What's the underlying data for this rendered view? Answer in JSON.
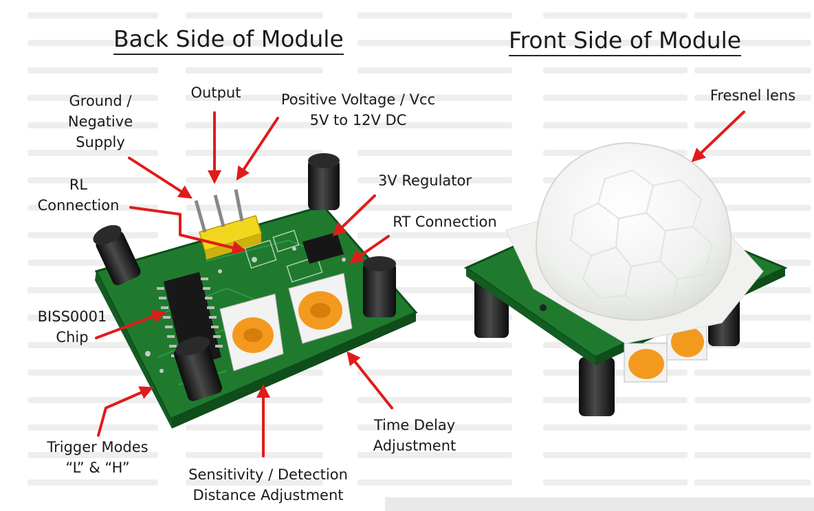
{
  "titles": {
    "back": "Back Side of Module",
    "front": "Front Side of Module"
  },
  "labels": {
    "ground": [
      "Ground /",
      "Negative",
      "Supply"
    ],
    "output": [
      "Output"
    ],
    "vcc": [
      "Positive Voltage / Vcc",
      "5V to 12V DC"
    ],
    "rl": [
      "RL",
      "Connection"
    ],
    "regulator": [
      "3V Regulator"
    ],
    "rt": [
      "RT Connection"
    ],
    "biss": [
      "BISS0001",
      "Chip"
    ],
    "trigger": [
      "Trigger Modes",
      "“L” & “H”"
    ],
    "sensitivity": [
      "Sensitivity / Detection",
      "Distance Adjustment"
    ],
    "time": [
      "Time Delay",
      "Adjustment"
    ],
    "fresnel": [
      "Fresnel lens"
    ]
  },
  "colors": {
    "arrow": "#e01b1b",
    "pcb": "#1f7a2e",
    "pcb_dark": "#0f4d1a",
    "pin_header": "#f2d61e",
    "potentiometer": "#f39a1e",
    "capacitor": "#1b1b1b",
    "lens": "#f4f4f2"
  }
}
